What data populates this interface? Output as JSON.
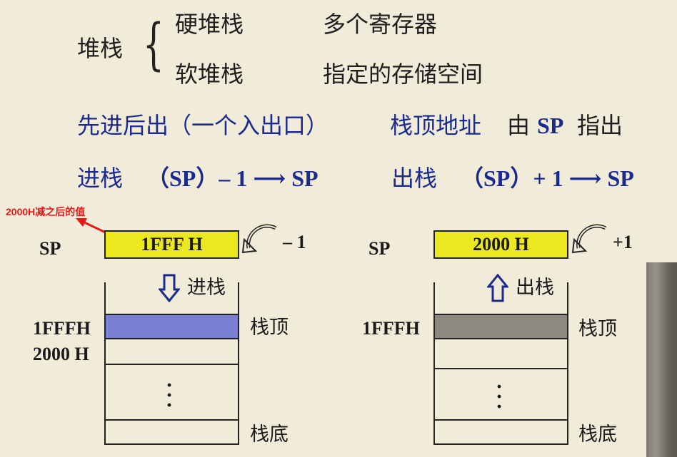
{
  "heading": {
    "stack": "堆栈",
    "hard_stack": "硬堆栈",
    "hard_stack_desc": "多个寄存器",
    "soft_stack": "软堆栈",
    "soft_stack_desc": "指定的存储空间"
  },
  "line2": {
    "lifo": "先进后出（一个入出口）",
    "top_address": "栈顶地址",
    "by": "由",
    "sp": "SP",
    "points": "指出"
  },
  "line3": {
    "push_label": "进栈",
    "push_formula": "（SP）– 1 ⟶ SP",
    "pop_label": "出栈",
    "pop_formula": "（SP）+ 1 ⟶ SP"
  },
  "annotation": "2000H减之后的值",
  "left_diagram": {
    "sp_label": "SP",
    "sp_value": "1FFF H",
    "delta": "– 1",
    "action": "进栈",
    "addr1": "1FFFH",
    "addr2": "2000 H",
    "top": "栈顶",
    "bottom": "栈底",
    "top_cell_color": "#7b7fd1"
  },
  "right_diagram": {
    "sp_label": "SP",
    "sp_value": "2000 H",
    "delta": "+1",
    "action": "出栈",
    "addr1": "1FFFH",
    "top": "栈顶",
    "bottom": "栈底",
    "top_cell_color": "#8c8a80"
  },
  "colors": {
    "background": "#f1ecd9",
    "title_blue": "#1b2a8f",
    "sp_box": "#ece820",
    "annotation_red": "#e31a1a"
  }
}
